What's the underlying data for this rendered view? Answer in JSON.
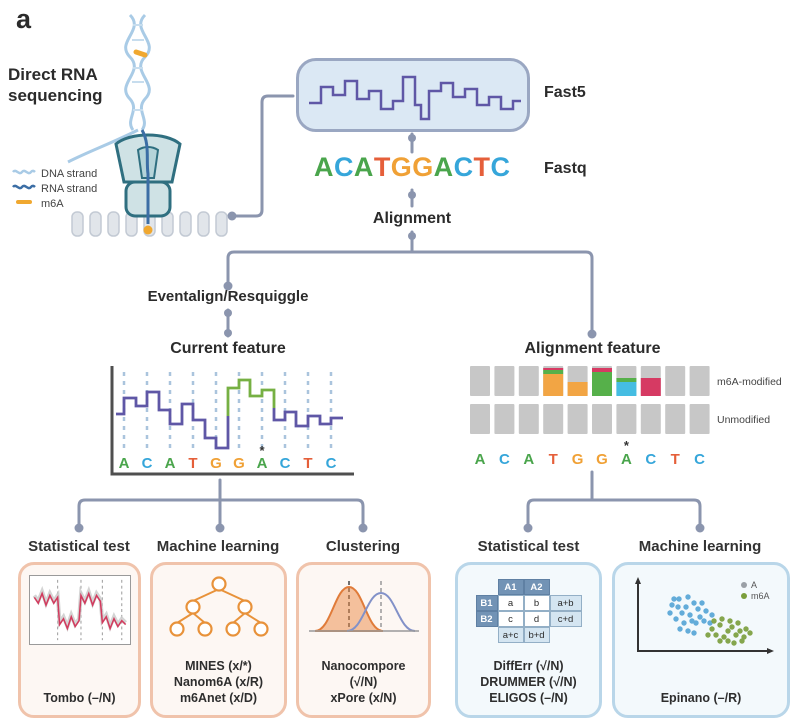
{
  "panel_label": "a",
  "header": {
    "title_line1": "Direct RNA",
    "title_line2": "sequencing",
    "legend": [
      {
        "label": "DNA strand",
        "color": "#a9cbe6"
      },
      {
        "label": "RNA strand",
        "color": "#3c6ea5"
      },
      {
        "label": "m6A",
        "color": "#f0a830"
      }
    ]
  },
  "labels": {
    "fast5": "Fast5",
    "fastq": "Fastq",
    "alignment": "Alignment",
    "eventalign": "Eventalign/Resquiggle",
    "current_feature": "Current feature",
    "alignment_feature": "Alignment feature",
    "m6a_modified": "m6A-modified",
    "unmodified": "Unmodified"
  },
  "colors": {
    "connector": "#8b95ae",
    "signal_purple": "#5f57a6",
    "signal_green": "#76b043",
    "base_A": "#4aa54c",
    "base_C": "#36a6da",
    "base_G": "#f0a136",
    "base_T": "#e55f3a"
  },
  "fastq_sequence": [
    {
      "char": "A",
      "color": "#4aa54c"
    },
    {
      "char": "C",
      "color": "#36a6da"
    },
    {
      "char": "A",
      "color": "#4aa54c"
    },
    {
      "char": "T",
      "color": "#e55f3a"
    },
    {
      "char": "G",
      "color": "#f0a136"
    },
    {
      "char": "G",
      "color": "#f0a136"
    },
    {
      "char": "A",
      "color": "#4aa54c"
    },
    {
      "char": "C",
      "color": "#36a6da"
    },
    {
      "char": "T",
      "color": "#e55f3a"
    },
    {
      "char": "C",
      "color": "#36a6da"
    }
  ],
  "current_letters": [
    {
      "char": "A",
      "color": "#4aa54c"
    },
    {
      "char": "C",
      "color": "#36a6da"
    },
    {
      "char": "A",
      "color": "#4aa54c"
    },
    {
      "char": "T",
      "color": "#e55f3a"
    },
    {
      "char": "G",
      "color": "#f0a136"
    },
    {
      "char": "G",
      "color": "#f0a136"
    },
    {
      "char": "A",
      "color": "#4aa54c",
      "star": "*"
    },
    {
      "char": "C",
      "color": "#36a6da"
    },
    {
      "char": "T",
      "color": "#e55f3a"
    },
    {
      "char": "C",
      "color": "#36a6da"
    }
  ],
  "alignment_letters": [
    {
      "char": "A",
      "color": "#4aa54c"
    },
    {
      "char": "C",
      "color": "#36a6da"
    },
    {
      "char": "A",
      "color": "#4aa54c"
    },
    {
      "char": "T",
      "color": "#e55f3a"
    },
    {
      "char": "G",
      "color": "#f0a136"
    },
    {
      "char": "G",
      "color": "#f0a136"
    },
    {
      "char": "A",
      "color": "#4aa54c",
      "star": "*"
    },
    {
      "char": "C",
      "color": "#36a6da"
    },
    {
      "char": "T",
      "color": "#e55f3a"
    },
    {
      "char": "C",
      "color": "#36a6da"
    }
  ],
  "categories": [
    {
      "heading": "Statistical test",
      "tools": [
        "Tombo (–/N)"
      ]
    },
    {
      "heading": "Machine learning",
      "tools": [
        "MINES (x/*)",
        "Nanom6A (x/R)",
        "m6Anet (x/D)"
      ]
    },
    {
      "heading": "Clustering",
      "tools": [
        "Nanocompore",
        "(√/N)",
        "xPore (x/N)"
      ]
    },
    {
      "heading": "Statistical test",
      "tools": [
        "DiffErr (√/N)",
        "DRUMMER (√/N)",
        "ELIGOS (–/N)"
      ]
    },
    {
      "heading": "Machine learning",
      "tools": [
        "Epinano (–/R)"
      ]
    }
  ],
  "table": {
    "col_headers": [
      "A1",
      "A2"
    ],
    "row_headers": [
      "B1",
      "B2"
    ],
    "body": [
      [
        "a",
        "b",
        "a+b"
      ],
      [
        "c",
        "d",
        "c+d"
      ]
    ],
    "footer": [
      "a+c",
      "b+d"
    ]
  },
  "scatter_legend": [
    {
      "label": "A",
      "color": "#9aa0a6"
    },
    {
      "label": "m6A",
      "color": "#7a9e3b"
    }
  ]
}
